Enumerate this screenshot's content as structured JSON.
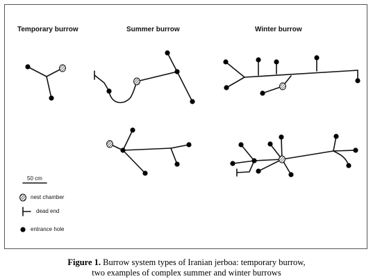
{
  "titles": {
    "temporary": "Temporary burrow",
    "summer": "Summer burrow",
    "winter": "Winter burrow"
  },
  "legend": {
    "scale": "50 cm",
    "nest": "nest chamber",
    "dead_end": "dead end",
    "entrance": "entrance hole"
  },
  "caption": {
    "label": "Figure 1.",
    "line1": "Burrow system types of Iranian jerboa: temporary burrow,",
    "line2": "two examples of complex summer and winter burrows"
  }
}
